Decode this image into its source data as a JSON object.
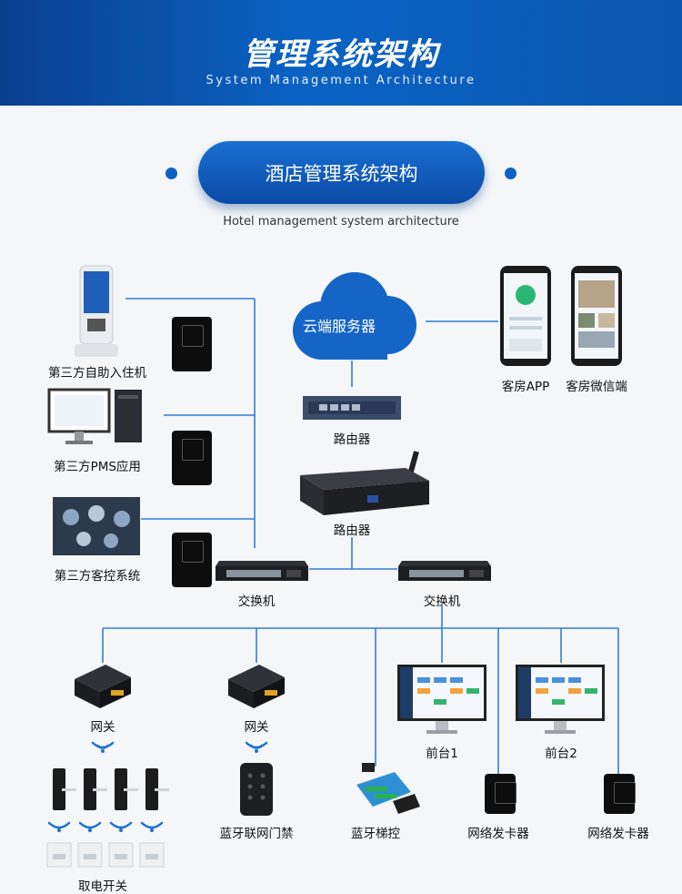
{
  "header": {
    "title": "管理系统架构",
    "subtitle": "System Management Architecture"
  },
  "section": {
    "title": "酒店管理系统架构",
    "subtitle": "Hotel management system architecture"
  },
  "nodes": {
    "self_checkin": "第三方自助入住机",
    "pms": "第三方PMS应用",
    "room_control": "第三方客控系统",
    "cloud": "云端服务器",
    "router1": "路由器",
    "router2": "路由器",
    "guest_app": "客房APP",
    "wechat": "客房微信端",
    "switch1": "交换机",
    "switch2": "交换机",
    "gateway1": "网关",
    "gateway2": "网关",
    "power_switch": "取电开关",
    "ble_door": "蓝牙联网门禁",
    "ble_elevator": "蓝牙梯控",
    "front_desk1": "前台1",
    "front_desk2": "前台2",
    "card_issuer1": "网络发卡器",
    "card_issuer2": "网络发卡器"
  },
  "colors": {
    "brand": "#0a63c4",
    "line": "#2f7fd6"
  }
}
